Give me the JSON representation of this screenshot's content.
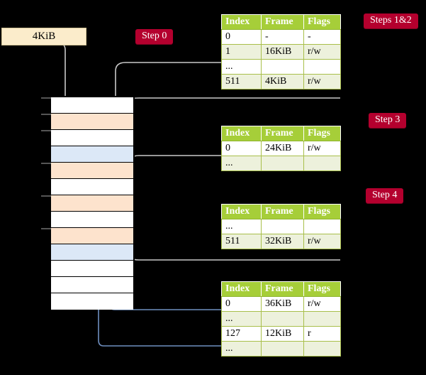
{
  "diagram": {
    "title_badges": [
      {
        "id": "step0",
        "label": "Step 0"
      },
      {
        "id": "steps12",
        "label": "Steps 1&2"
      },
      {
        "id": "step3",
        "label": "Step 3"
      },
      {
        "id": "step4",
        "label": "Step 4"
      }
    ],
    "source_box": {
      "label": "4KiB"
    },
    "columns": [
      "Index",
      "Frame",
      "Flags"
    ],
    "tables": [
      {
        "id": "table-level-1",
        "step": "Steps 1&2",
        "rows": [
          {
            "index": "0",
            "frame": "-",
            "flags": "-",
            "alt": false,
            "highlight": false
          },
          {
            "index": "1",
            "frame": "16KiB",
            "flags": "r/w",
            "alt": true,
            "highlight": false
          },
          {
            "index": "...",
            "frame": "",
            "flags": "",
            "alt": false,
            "highlight": false
          },
          {
            "index": "511",
            "frame": "4KiB",
            "flags": "r/w",
            "alt": true,
            "highlight": true
          }
        ]
      },
      {
        "id": "table-level-2",
        "step": "Step 3",
        "rows": [
          {
            "index": "0",
            "frame": "24KiB",
            "flags": "r/w",
            "alt": false,
            "highlight": false
          },
          {
            "index": "...",
            "frame": "",
            "flags": "",
            "alt": true,
            "highlight": false
          }
        ]
      },
      {
        "id": "table-level-3",
        "step": "Step 4",
        "rows": [
          {
            "index": "...",
            "frame": "",
            "flags": "",
            "alt": false,
            "highlight": false
          },
          {
            "index": "511",
            "frame": "32KiB",
            "flags": "r/w",
            "alt": true,
            "highlight": false
          }
        ]
      },
      {
        "id": "table-level-4",
        "step": "",
        "rows": [
          {
            "index": "0",
            "frame": "36KiB",
            "flags": "r/w",
            "alt": false,
            "highlight": false
          },
          {
            "index": "...",
            "frame": "",
            "flags": "",
            "alt": true,
            "highlight": false
          },
          {
            "index": "127",
            "frame": "12KiB",
            "flags": "r",
            "alt": false,
            "highlight": false
          },
          {
            "index": "...",
            "frame": "",
            "flags": "",
            "alt": true,
            "highlight": false
          }
        ]
      }
    ],
    "memory_column": {
      "rows": [
        {
          "fill": "white",
          "tick": true
        },
        {
          "fill": "peach",
          "tick": true
        },
        {
          "fill": "white",
          "tick": true
        },
        {
          "fill": "blue",
          "tick": false
        },
        {
          "fill": "peach",
          "tick": true
        },
        {
          "fill": "white",
          "tick": false
        },
        {
          "fill": "peach",
          "tick": true
        },
        {
          "fill": "white",
          "tick": false
        },
        {
          "fill": "peach",
          "tick": true
        },
        {
          "fill": "blue",
          "tick": false
        },
        {
          "fill": "white",
          "tick": false
        },
        {
          "fill": "white",
          "tick": false
        },
        {
          "fill": "white",
          "tick": false
        }
      ]
    },
    "colors": {
      "badge": "#b4002e",
      "header": "#a6ce39",
      "alt_row": "#edf1dc",
      "highlight": "#fbf7a1",
      "peach": "#fde3cd",
      "blue": "#dce8f7",
      "source_box": "#fbeccb",
      "grey_wire": "#c9c9c9",
      "blue_wire": "#6f8fbf",
      "background": "#000000"
    }
  }
}
